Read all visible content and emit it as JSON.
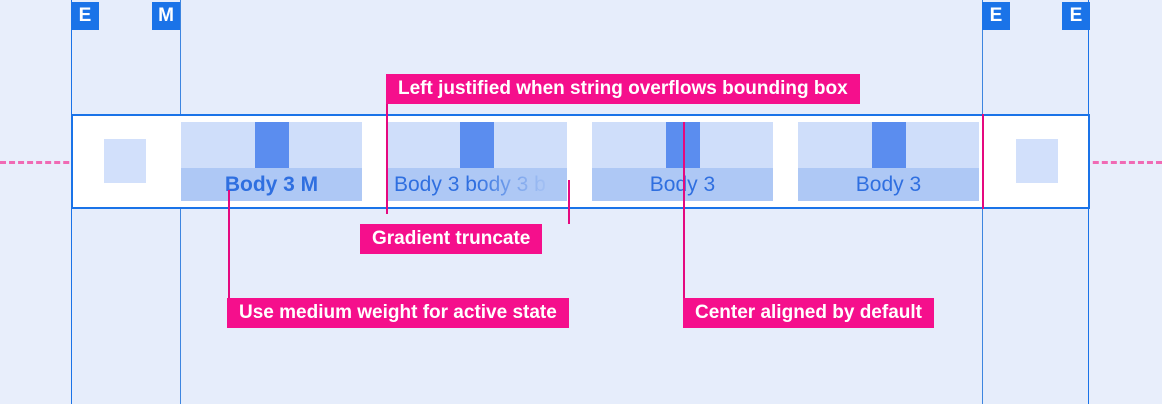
{
  "spec": {
    "title": "Tab bar label specification",
    "background_color": "#e8eefb",
    "guide_color": "#1a73e8",
    "callout_color": "#f50f8c",
    "center_line_color": "#f06ab4"
  },
  "badges": [
    {
      "name": "edge-marker-left",
      "label": "E"
    },
    {
      "name": "margin-marker-left",
      "label": "M"
    },
    {
      "name": "edge-marker-right-inner",
      "label": "E"
    },
    {
      "name": "edge-marker-right-outer",
      "label": "E"
    }
  ],
  "tabs": [
    {
      "label": "Body 3 M",
      "state": "active",
      "align": "center",
      "truncated": false
    },
    {
      "label": "Body 3 body 3 b",
      "state": "overflow",
      "align": "left",
      "truncated": true
    },
    {
      "label": "Body 3",
      "state": "default",
      "align": "center",
      "truncated": false
    },
    {
      "label": "Body 3",
      "state": "default",
      "align": "center",
      "truncated": false
    }
  ],
  "callouts": [
    {
      "id": "left-justified",
      "text": "Left justified when string overflows bounding box"
    },
    {
      "id": "gradient",
      "text": "Gradient truncate"
    },
    {
      "id": "medium-weight",
      "text": "Use medium weight for active state"
    },
    {
      "id": "center-aligned",
      "text": "Center aligned by default"
    }
  ],
  "colors": {
    "tab_icon_area": "#cfdefa",
    "tab_label_strip": "#aec8f5",
    "tab_icon_glyph": "#5b8def",
    "tab_label_text": "#2f6fe0",
    "panel_background": "#ffffff",
    "edge_placeholder": "#d2e0fb"
  }
}
